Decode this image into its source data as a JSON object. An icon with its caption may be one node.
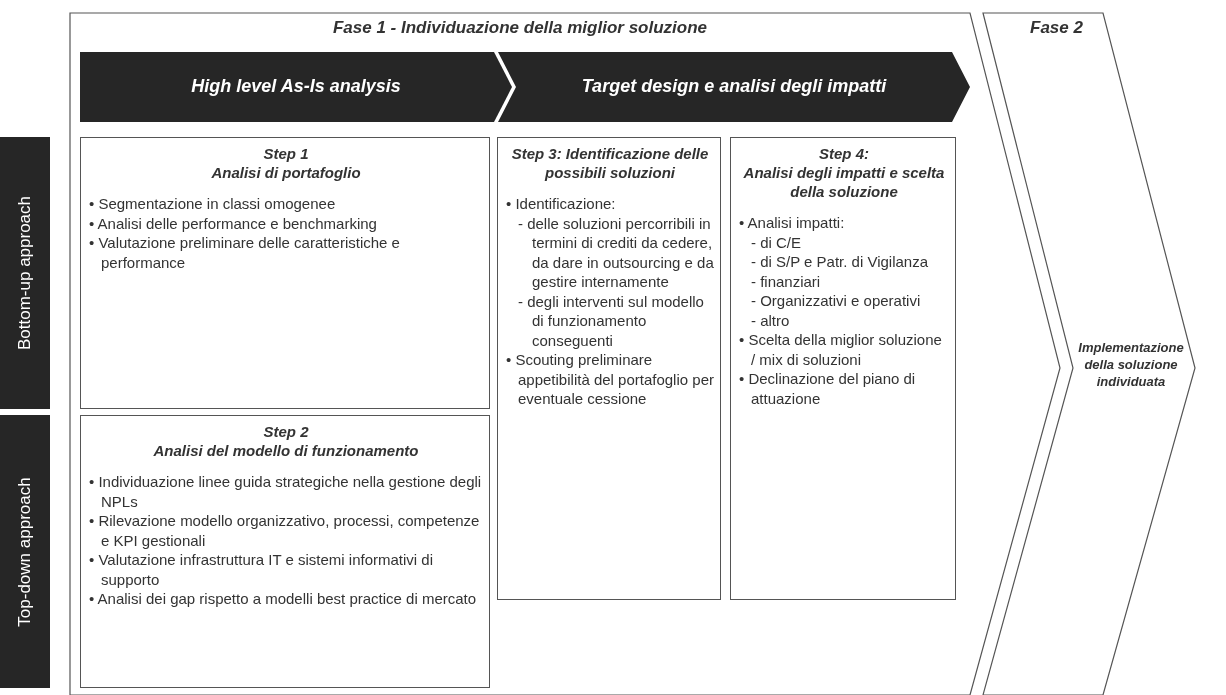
{
  "diagram": {
    "nodes": [
      {
        "text": [
          "Fase 1 - Individuazione della miglior soluzione"
        ]
      },
      {
        "text": [
          "High level As-Is analysis"
        ],
        "in": 0
      },
      {
        "text": [
          "Target design e analisi degli impatti"
        ],
        "in": 0
      },
      {
        "text": [
          "Step 1",
          "Analisi di portafoglio",
          "• Segmentazione in classi omogenee",
          "• Analisi delle performance e benchmarking",
          "• Valutazione preliminare delle caratteristiche e performance"
        ],
        "in": 0
      },
      {
        "text": [
          "Step 2",
          "Analisi del modello di funzionamento",
          "• Individuazione linee guida strategiche nella gestione degli NPLs",
          "• Rilevazione modello organizzativo, processi, competenze e KPI gestionali",
          "• Valutazione infrastruttura IT e sistemi informativi di supporto",
          "• Analisi dei gap rispetto a modelli best practice di mercato"
        ],
        "in": 0
      },
      {
        "text": [
          "Step 3: Identificazione delle possibili soluzioni",
          "• Identificazione:",
          "- delle soluzioni percorribili in termini di crediti da cedere, da dare in outsourcing e da gestire internamente",
          "- degli interventi sul modello di funzionamento conseguenti",
          "• Scouting preliminare appetibilità del portafoglio per eventuale cessione"
        ],
        "in": 0
      },
      {
        "text": [
          "Step 4:",
          "Analisi degli impatti e scelta della soluzione",
          "• Analisi impatti:",
          "- di C/E",
          "- di S/P e Patr. di Vigilanza",
          "- finanziari",
          "- Organizzativi e operativi",
          "- altro",
          "• Scelta della miglior soluzione / mix di soluzioni",
          "• Declinazione del piano di attuazione"
        ],
        "in": 0
      },
      {
        "text": [
          "Fase 2",
          "Implementazione della soluzione individuata"
        ]
      },
      {
        "text": [
          "Bottom-up approach"
        ]
      },
      {
        "text": [
          "Top-down approach"
        ]
      }
    ]
  }
}
